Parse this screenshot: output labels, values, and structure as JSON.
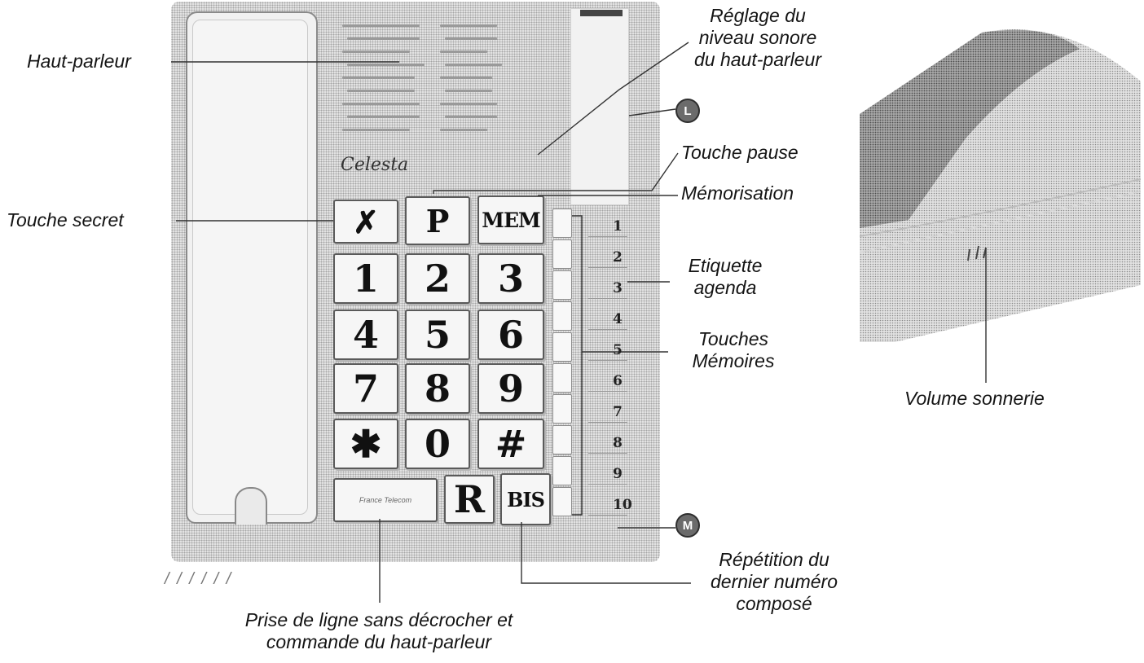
{
  "labels": {
    "haut_parleur": "Haut-parleur",
    "reglage_1": "Réglage du",
    "reglage_2": "niveau sonore",
    "reglage_3": "du haut-parleur",
    "touche_pause": "Touche pause",
    "memorisation": "Mémorisation",
    "touche_secret": "Touche secret",
    "etiquette_1": "Etiquette",
    "etiquette_2": "agenda",
    "touches_memoires_1": "Touches",
    "touches_memoires_2": "Mémoires",
    "volume_sonnerie": "Volume  sonnerie",
    "repetition_1": "Répétition du",
    "repetition_2": "dernier numéro",
    "repetition_3": "composé",
    "prise_1": "Prise de ligne sans décrocher et",
    "prise_2": "commande du haut-parleur"
  },
  "phone": {
    "brand": "Celesta",
    "led_top": "L",
    "led_bottom": "M",
    "keys": {
      "row0": [
        "✗",
        "P",
        "MEM"
      ],
      "row1": [
        "1",
        "2",
        "3"
      ],
      "row2": [
        "4",
        "5",
        "6"
      ],
      "row3": [
        "7",
        "8",
        "9"
      ],
      "row4": [
        "✱",
        "0",
        "#"
      ],
      "bottom": [
        "R",
        "BIS"
      ]
    },
    "speaker_key_text": "France Telecom",
    "memory_numbers": [
      "1",
      "2",
      "3",
      "4",
      "5",
      "6",
      "7",
      "8",
      "9",
      "10"
    ]
  },
  "colors": {
    "ink": "#141414",
    "body": "#e4e4e4",
    "key_border": "#5a5a5a"
  }
}
